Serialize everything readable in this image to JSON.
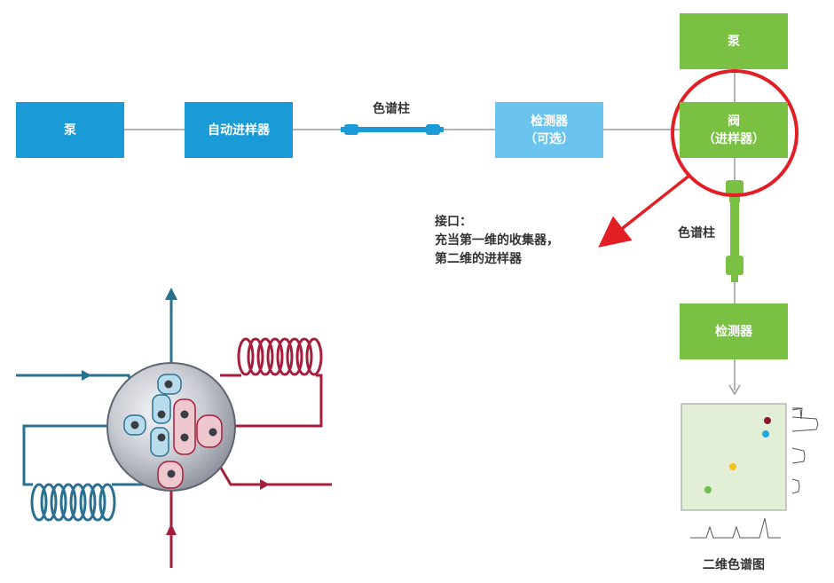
{
  "flow1": {
    "pump": "泵",
    "autosampler": "自动进样器",
    "column_label": "色谱柱",
    "detector_line1": "检测器",
    "detector_line2": "（可选）"
  },
  "flow2": {
    "pump": "泵",
    "valve_line1": "阀",
    "valve_line2": "（进样器）",
    "column_label": "色谱柱",
    "detector": "检测器",
    "chromatogram_label": "二维色谱图"
  },
  "callout": {
    "line1": "接口：",
    "line2": "充当第一维的收集器，",
    "line3": "第二维的进样器"
  },
  "colors": {
    "blue": "#1a9ad6",
    "light_blue": "#6bc4ee",
    "green": "#7ac143",
    "highlight_red": "#e31e24",
    "valve_blue_path": "#2a7191",
    "valve_red_path": "#a61e3c"
  },
  "chromatogram_points": [
    {
      "color": "#8b1a2b"
    },
    {
      "color": "#1da8e0"
    },
    {
      "color": "#f2c31b"
    },
    {
      "color": "#6cbf4a"
    }
  ]
}
